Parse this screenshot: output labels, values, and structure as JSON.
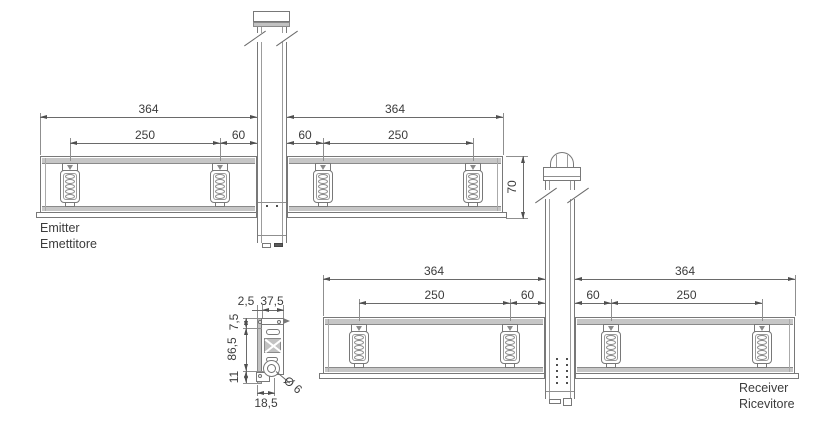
{
  "emitter": {
    "caption": {
      "en": "Emitter",
      "it": "Emettitore"
    },
    "dims": {
      "total_left": "364",
      "total_right": "364",
      "pitch_left": "250",
      "offset_left": "60",
      "offset_right": "60",
      "pitch_right": "250",
      "profile_height": "70"
    }
  },
  "receiver": {
    "caption": {
      "en": "Receiver",
      "it": "Ricevitore"
    },
    "dims": {
      "total_left": "364",
      "total_right": "364",
      "pitch_left": "250",
      "offset_left": "60",
      "offset_right": "60",
      "pitch_right": "250"
    }
  },
  "bracket": {
    "dims": {
      "plate_thickness": "2,5",
      "top_width": "37,5",
      "top_height": "7,5",
      "body_height": "86,5",
      "bottom_height": "11",
      "hole_diameter": "Ø 6",
      "foot_width": "18,5"
    }
  },
  "colors": {
    "outline": "#787878",
    "dimension_line": "#6a6a6a",
    "text": "#3c3c3c",
    "grey_fill": "#c2c2c2",
    "background": "#ffffff"
  }
}
